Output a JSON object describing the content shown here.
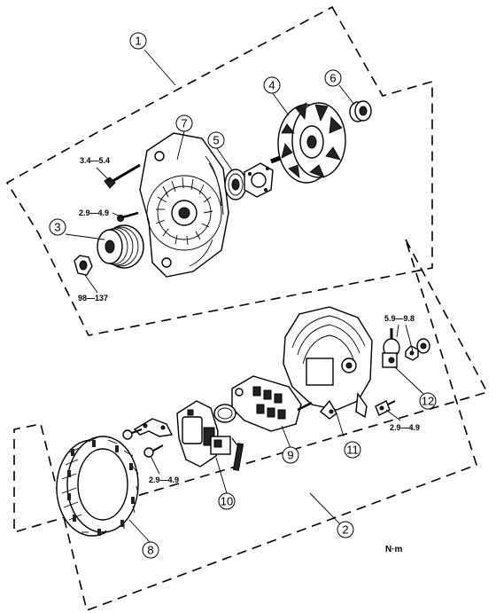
{
  "callouts": [
    {
      "id": "c1",
      "number": "1"
    },
    {
      "id": "c2",
      "number": "2"
    },
    {
      "id": "c3",
      "number": "3"
    },
    {
      "id": "c4",
      "number": "4"
    },
    {
      "id": "c5",
      "number": "5"
    },
    {
      "id": "c6",
      "number": "6"
    },
    {
      "id": "c7",
      "number": "7"
    },
    {
      "id": "c8",
      "number": "8"
    },
    {
      "id": "c9",
      "number": "9"
    },
    {
      "id": "c10",
      "number": "10"
    },
    {
      "id": "c11",
      "number": "11"
    },
    {
      "id": "c12",
      "number": "12"
    }
  ],
  "torque_specs": {
    "t1": "3.4—5.4",
    "t2": "2.9—4.9",
    "t3": "98—137",
    "t4": "5.9—9.8",
    "t5": "2.9—4.9",
    "t6": "2.9—4.9"
  },
  "unit_label": "N·m"
}
